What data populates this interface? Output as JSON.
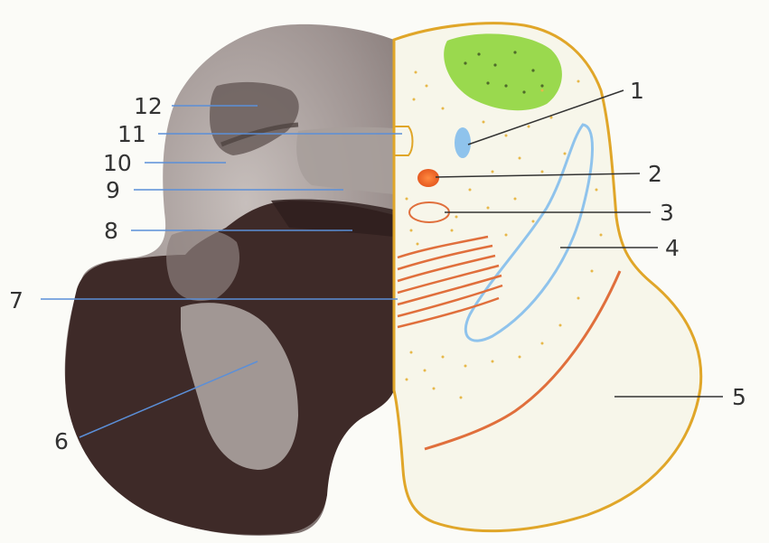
{
  "figure": {
    "colors": {
      "background": "#fbfbf7",
      "section_light": "#9e9391",
      "section_dark": "#3e2a28",
      "drawing_fill": "#f7f6ea",
      "outline": "#e0a629",
      "nucleus_green": "#9ad94e",
      "nucleus_blue": "#8fc3ec",
      "nucleus_red": "#e65a20",
      "fibers_orange": "#e06f3c",
      "left_leader": "#5b8fd8",
      "right_leader": "#333333"
    },
    "labels": [
      {
        "id": "1",
        "text": "1"
      },
      {
        "id": "2",
        "text": "2"
      },
      {
        "id": "3",
        "text": "3"
      },
      {
        "id": "4",
        "text": "4"
      },
      {
        "id": "5",
        "text": "5"
      },
      {
        "id": "6",
        "text": "6"
      },
      {
        "id": "7",
        "text": "7"
      },
      {
        "id": "8",
        "text": "8"
      },
      {
        "id": "9",
        "text": "9"
      },
      {
        "id": "10",
        "text": "10"
      },
      {
        "id": "11",
        "text": "11"
      },
      {
        "id": "12",
        "text": "12"
      }
    ]
  }
}
